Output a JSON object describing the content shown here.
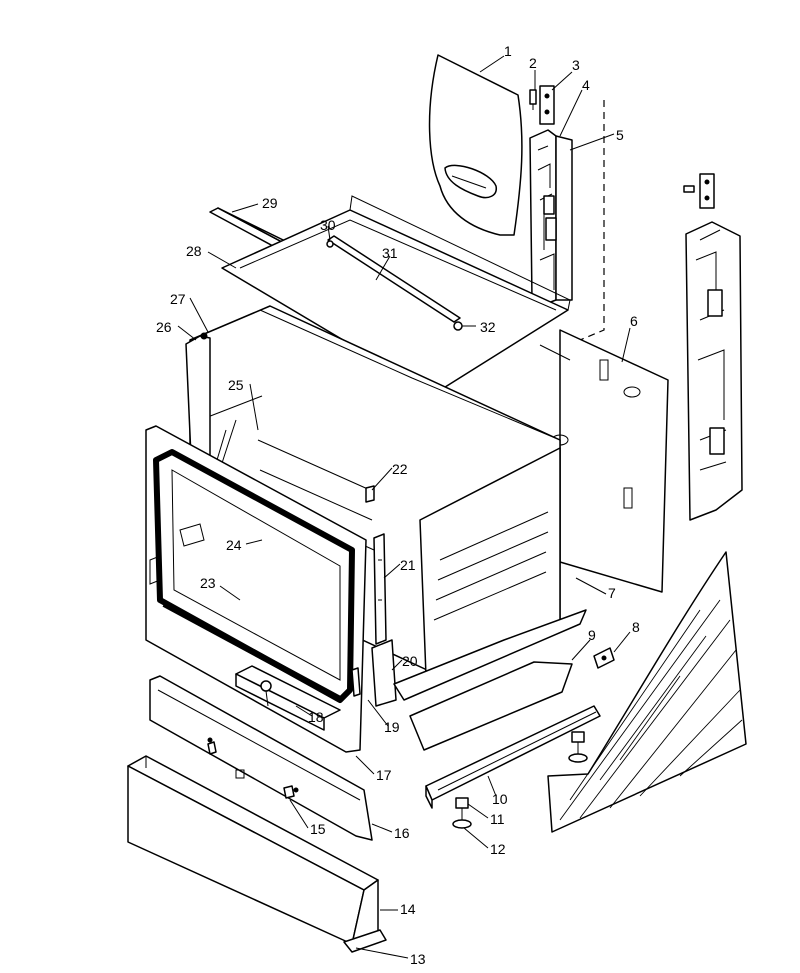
{
  "diagram": {
    "callouts": [
      {
        "label": "1"
      },
      {
        "label": "2"
      },
      {
        "label": "3"
      },
      {
        "label": "4"
      },
      {
        "label": "5"
      },
      {
        "label": "6"
      },
      {
        "label": "7"
      },
      {
        "label": "8"
      },
      {
        "label": "9"
      },
      {
        "label": "10"
      },
      {
        "label": "11"
      },
      {
        "label": "12"
      },
      {
        "label": "13"
      },
      {
        "label": "14"
      },
      {
        "label": "15"
      },
      {
        "label": "16"
      },
      {
        "label": "17"
      },
      {
        "label": "18"
      },
      {
        "label": "19"
      },
      {
        "label": "20"
      },
      {
        "label": "21"
      },
      {
        "label": "22"
      },
      {
        "label": "23"
      },
      {
        "label": "24"
      },
      {
        "label": "25"
      },
      {
        "label": "26"
      },
      {
        "label": "27"
      },
      {
        "label": "28"
      },
      {
        "label": "29"
      },
      {
        "label": "30"
      },
      {
        "label": "31"
      },
      {
        "label": "32"
      }
    ]
  }
}
